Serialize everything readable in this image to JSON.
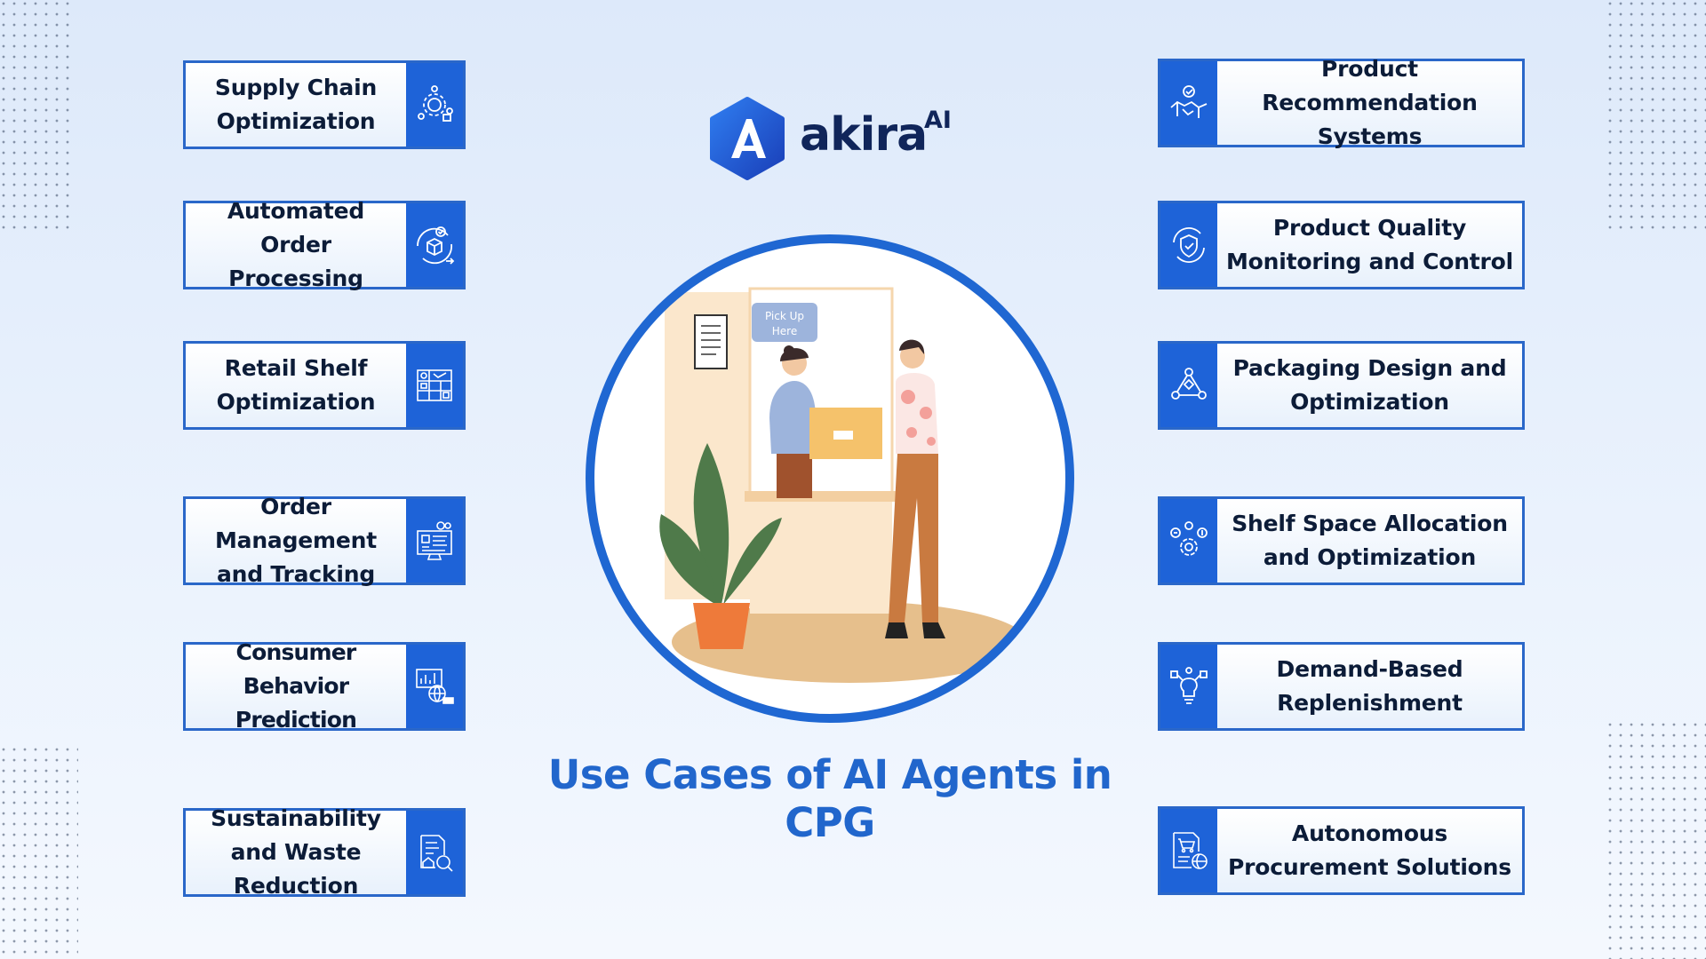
{
  "brand": {
    "name": "akira",
    "suffix": "AI"
  },
  "title": "Use Cases of AI Agents in CPG",
  "illustration": {
    "sign_text": "Pick Up Here"
  },
  "left_cards": [
    {
      "label": "Supply Chain Optimization",
      "icon": "gear-network-icon"
    },
    {
      "label": "Automated Order Processing",
      "icon": "package-check-icon"
    },
    {
      "label": "Retail Shelf Optimization",
      "icon": "shelf-map-icon"
    },
    {
      "label": "Order Management and Tracking",
      "icon": "monitor-dashboard-icon"
    },
    {
      "label": "Consumer Behavior Prediction",
      "icon": "analytics-globe-icon"
    },
    {
      "label": "Sustainability and Waste Reduction",
      "icon": "eco-document-icon"
    }
  ],
  "right_cards": [
    {
      "label": "Product Recommendation Systems",
      "icon": "handshake-check-icon"
    },
    {
      "label": "Product Quality Monitoring and Control",
      "icon": "shield-refresh-icon"
    },
    {
      "label": "Packaging Design and Optimization",
      "icon": "design-network-icon"
    },
    {
      "label": "Shelf Space Allocation and Optimization",
      "icon": "gear-resources-icon"
    },
    {
      "label": "Demand-Based Replenishment",
      "icon": "idea-bulb-icon"
    },
    {
      "label": "Autonomous Procurement Solutions",
      "icon": "cart-document-icon"
    }
  ],
  "colors": {
    "accent": "#1e63d8",
    "border": "#2a67c9",
    "title": "#2166cc",
    "text": "#0c1c38"
  }
}
